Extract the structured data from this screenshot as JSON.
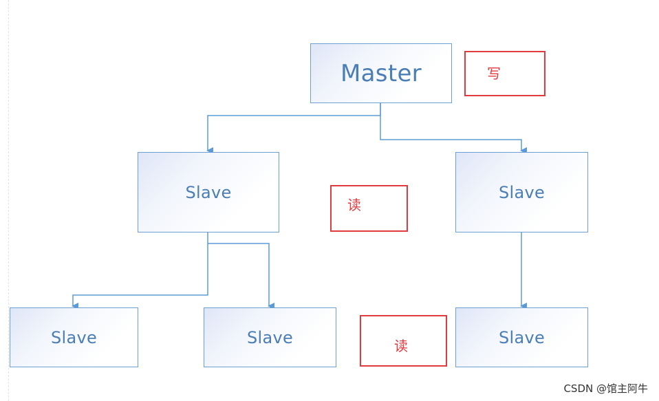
{
  "diagram": {
    "master": {
      "label": "Master"
    },
    "slaves": [
      {
        "id": "s1",
        "label": "Slave"
      },
      {
        "id": "s2",
        "label": "Slave"
      },
      {
        "id": "s3",
        "label": "Slave"
      },
      {
        "id": "s4",
        "label": "Slave"
      },
      {
        "id": "s5",
        "label": "Slave"
      }
    ],
    "tags": {
      "write": "写",
      "read_upper": "读",
      "read_lower": "读"
    },
    "colors": {
      "node_border": "#6e9fd2",
      "node_text": "#4a7eb5",
      "connector": "#5b9bd5",
      "tag": "#e0393e"
    }
  },
  "watermark": "CSDN @馆主阿牛"
}
